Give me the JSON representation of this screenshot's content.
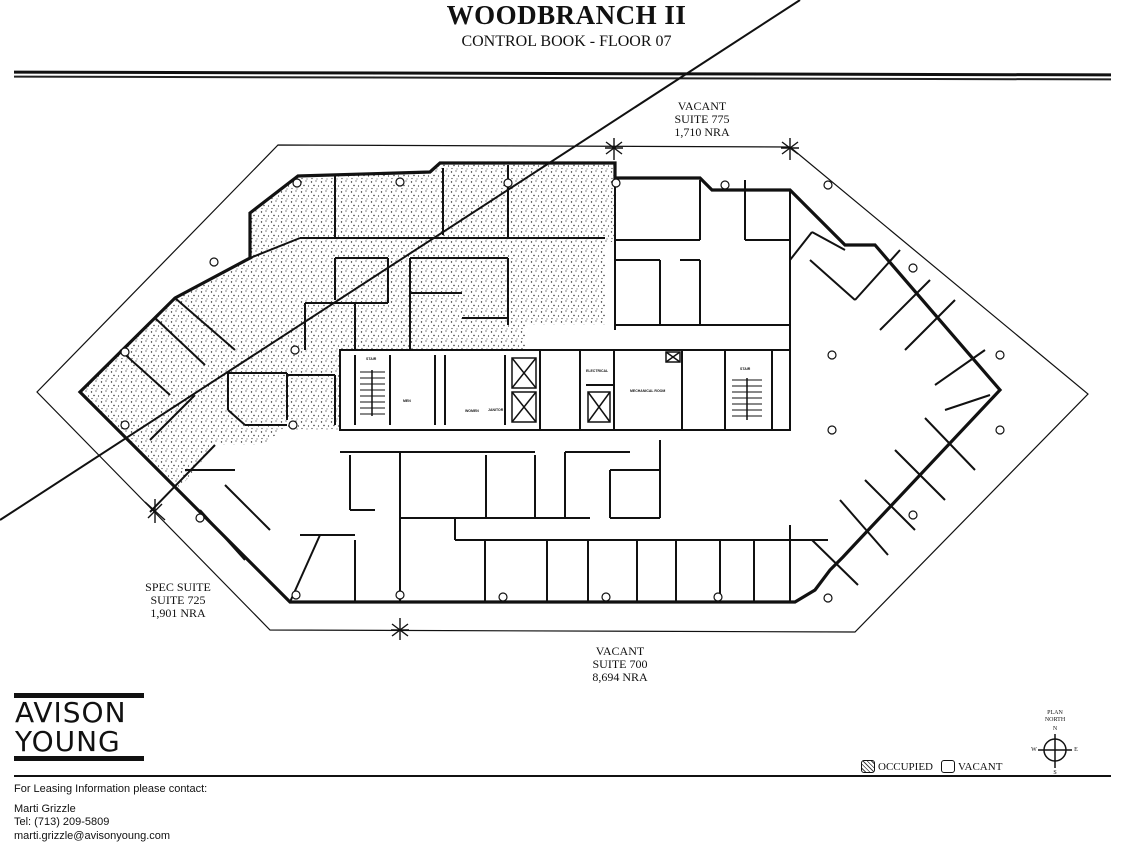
{
  "header": {
    "title": "WOODBRANCH II",
    "subtitle": "CONTROL BOOK - FLOOR 07"
  },
  "suites": [
    {
      "status": "VACANT",
      "suite": "SUITE 775",
      "area": "1,710 NRA"
    },
    {
      "status": "SPEC SUITE",
      "suite": "SUITE 725",
      "area": "1,901 NRA"
    },
    {
      "status": "VACANT",
      "suite": "SUITE 700",
      "area": "8,694 NRA"
    }
  ],
  "core_labels": {
    "stair_west": "STAIR",
    "men": "MEN",
    "women": "WOMEN",
    "janitor": "JANITOR",
    "electrical": "ELECTRICAL",
    "mechanical": "MECHANICAL ROOM",
    "stair_east": "STAIR"
  },
  "logo": {
    "line1": "AVISON",
    "line2": "YOUNG"
  },
  "contact": {
    "heading": "For Leasing Information please contact:",
    "name": "Marti Grizzle",
    "phone": "Tel: (713) 209-5809",
    "email": "marti.grizzle@avisonyoung.com"
  },
  "legend": {
    "occupied": "OCCUPIED",
    "vacant": "VACANT"
  },
  "compass": {
    "label_line1": "PLAN",
    "label_line2": "NORTH",
    "n": "N",
    "s": "S",
    "e": "E",
    "w": "W"
  },
  "colors": {
    "ink": "#111111",
    "paper": "#ffffff"
  }
}
